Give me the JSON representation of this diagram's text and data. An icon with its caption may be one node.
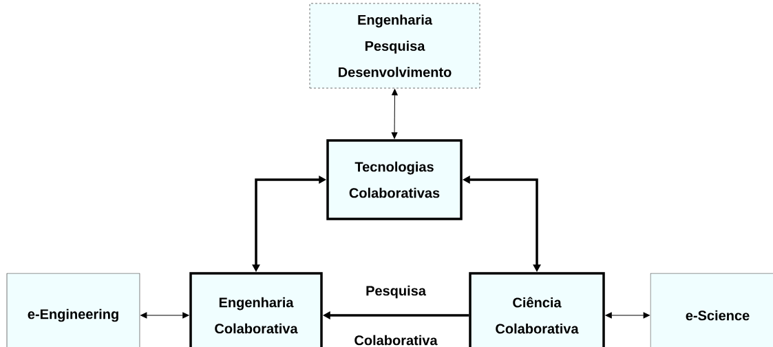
{
  "diagram": {
    "nodes": [
      {
        "text": [
          "Engenharia Pesquisa Desenvolvimento"
        ]
      },
      {
        "text": [
          "Tecnologias Colaborativas"
        ]
      },
      {
        "text": [
          "e-Engineering"
        ]
      },
      {
        "text": [
          "Engenharia Colaborativa"
        ]
      },
      {
        "text": [
          "Ciência Colaborativa"
        ]
      },
      {
        "text": [
          "e-Science"
        ]
      }
    ],
    "edges": [
      {
        "from": 0,
        "to": 1,
        "arrow": "both"
      },
      {
        "from": 1,
        "to": 3,
        "arrow": "both",
        "style": "thick"
      },
      {
        "from": 1,
        "to": 4,
        "arrow": "both",
        "style": "thick"
      },
      {
        "from": 4,
        "to": 3,
        "arrow": "to",
        "style": "thick",
        "label": "Pesquisa Colaborativa"
      },
      {
        "from": 2,
        "to": 3,
        "arrow": "both"
      },
      {
        "from": 4,
        "to": 5,
        "arrow": "both"
      }
    ]
  }
}
